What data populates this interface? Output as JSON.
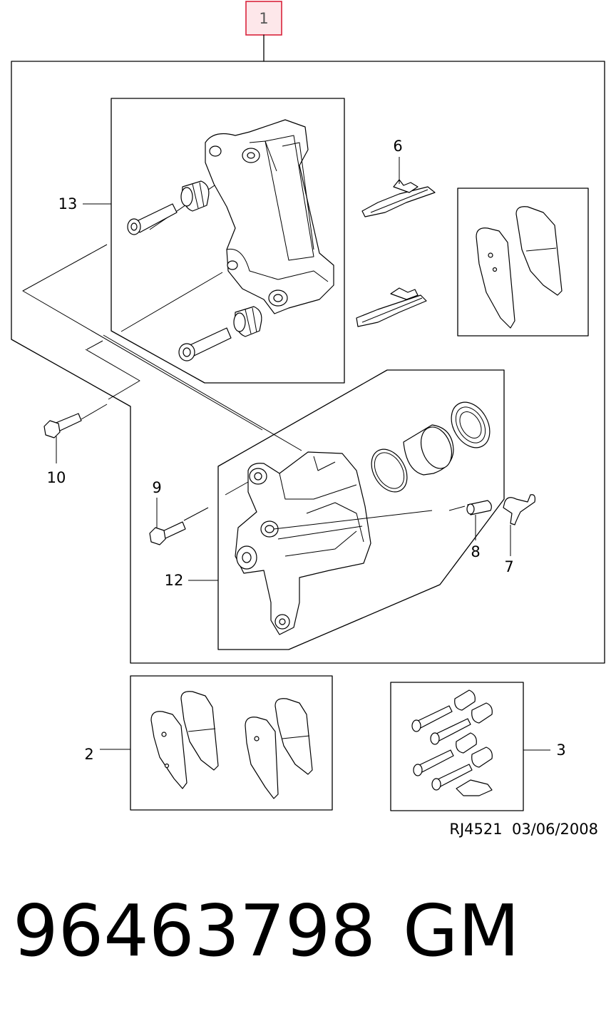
{
  "diagram": {
    "callouts": {
      "c1": "1",
      "c2": "2",
      "c3": "3",
      "c6": "6",
      "c7": "7",
      "c8": "8",
      "c9": "9",
      "c10": "10",
      "c12": "12",
      "c13": "13"
    },
    "highlighted_callout": "1",
    "reference": "RJ4521  03/06/2008"
  },
  "part": {
    "number": "96463798",
    "brand": "GM"
  },
  "colors": {
    "line": "#000000",
    "highlight_border": "#d9233b",
    "highlight_fill": "#fde7ea"
  }
}
